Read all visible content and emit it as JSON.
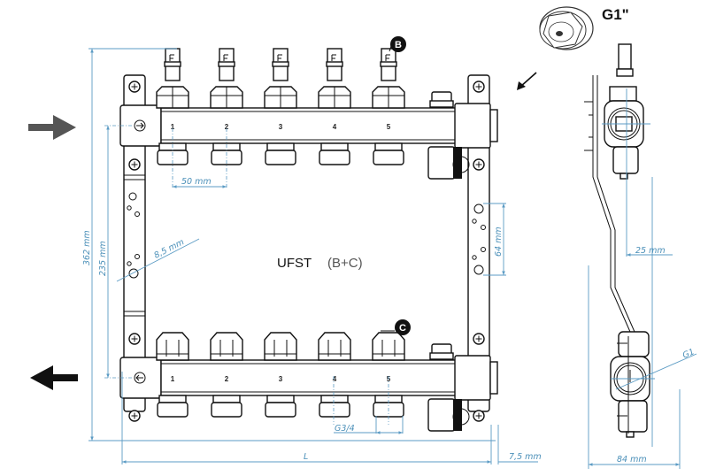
{
  "title": {
    "model": "UFST",
    "variant": "(B+C)"
  },
  "connection_label": "G1\"",
  "badges": {
    "supply": "B",
    "return": "C"
  },
  "port_numbers": [
    "1",
    "2",
    "3",
    "4",
    "5"
  ],
  "dimensions": {
    "total_height": "362 mm",
    "bar_spacing": "235 mm",
    "mount_hole": "8,5 mm",
    "port_pitch": "50 mm",
    "bracket_hole_spacing": "64 mm",
    "port_thread": "G3/4",
    "length": "L",
    "end_offset": "7,5 mm",
    "side_offset": "25 mm",
    "side_thread": "G1",
    "depth": "84 mm"
  },
  "flow": {
    "supply_direction": "in",
    "return_direction": "out"
  },
  "colors": {
    "dimension": "#5b9bc4",
    "supply_arrow": "#555555",
    "return_arrow": "#111111",
    "badge": "#111111"
  }
}
